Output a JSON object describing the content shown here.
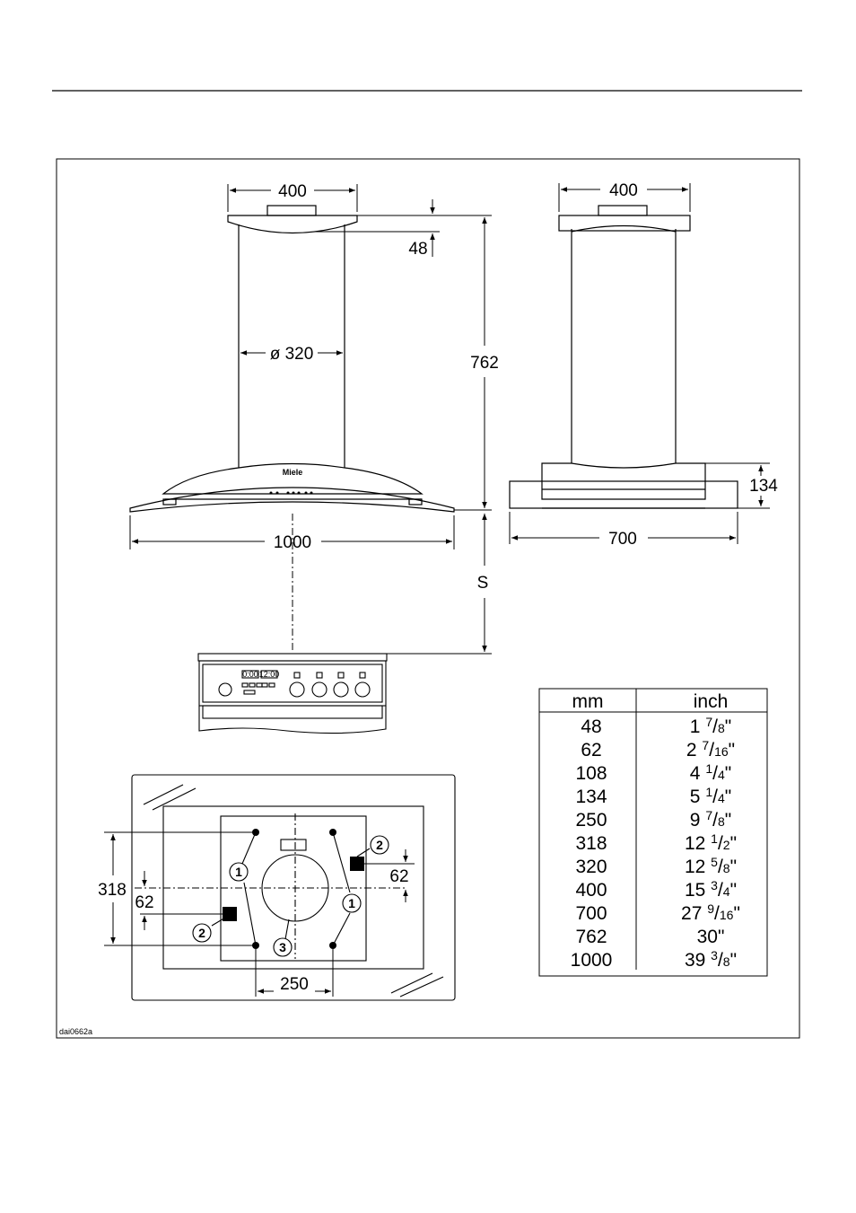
{
  "dimensions": {
    "top_width_left": "400",
    "top_width_right": "400",
    "canopy_height": "48",
    "chimney_diameter": "ø 320",
    "total_height": "762",
    "hood_width": "1000",
    "hood_depth": "700",
    "hood_side_height": "134",
    "safety_distance": "S"
  },
  "plan": {
    "hole_spacing_v": "318",
    "offset_left": "62",
    "offset_right": "62",
    "hole_spacing_h": "250",
    "callouts": [
      "1",
      "1",
      "2",
      "2",
      "3"
    ]
  },
  "brand": "Miele",
  "cooktop_displays": [
    "0:00",
    "12:00"
  ],
  "table": {
    "headers": [
      "mm",
      "inch"
    ],
    "rows": [
      {
        "mm": "48",
        "whole": "1",
        "num": "7",
        "den": "8"
      },
      {
        "mm": "62",
        "whole": "2",
        "num": "7",
        "den": "16"
      },
      {
        "mm": "108",
        "whole": "4",
        "num": "1",
        "den": "4"
      },
      {
        "mm": "134",
        "whole": "5",
        "num": "1",
        "den": "4"
      },
      {
        "mm": "250",
        "whole": "9",
        "num": "7",
        "den": "8"
      },
      {
        "mm": "318",
        "whole": "12",
        "num": "1",
        "den": "2"
      },
      {
        "mm": "320",
        "whole": "12",
        "num": "5",
        "den": "8"
      },
      {
        "mm": "400",
        "whole": "15",
        "num": "3",
        "den": "4"
      },
      {
        "mm": "700",
        "whole": "27",
        "num": "9",
        "den": "16"
      },
      {
        "mm": "762",
        "whole": "30",
        "num": "",
        "den": ""
      },
      {
        "mm": "1000",
        "whole": "39",
        "num": "3",
        "den": "8"
      }
    ]
  },
  "figure_id": "dai0662a"
}
